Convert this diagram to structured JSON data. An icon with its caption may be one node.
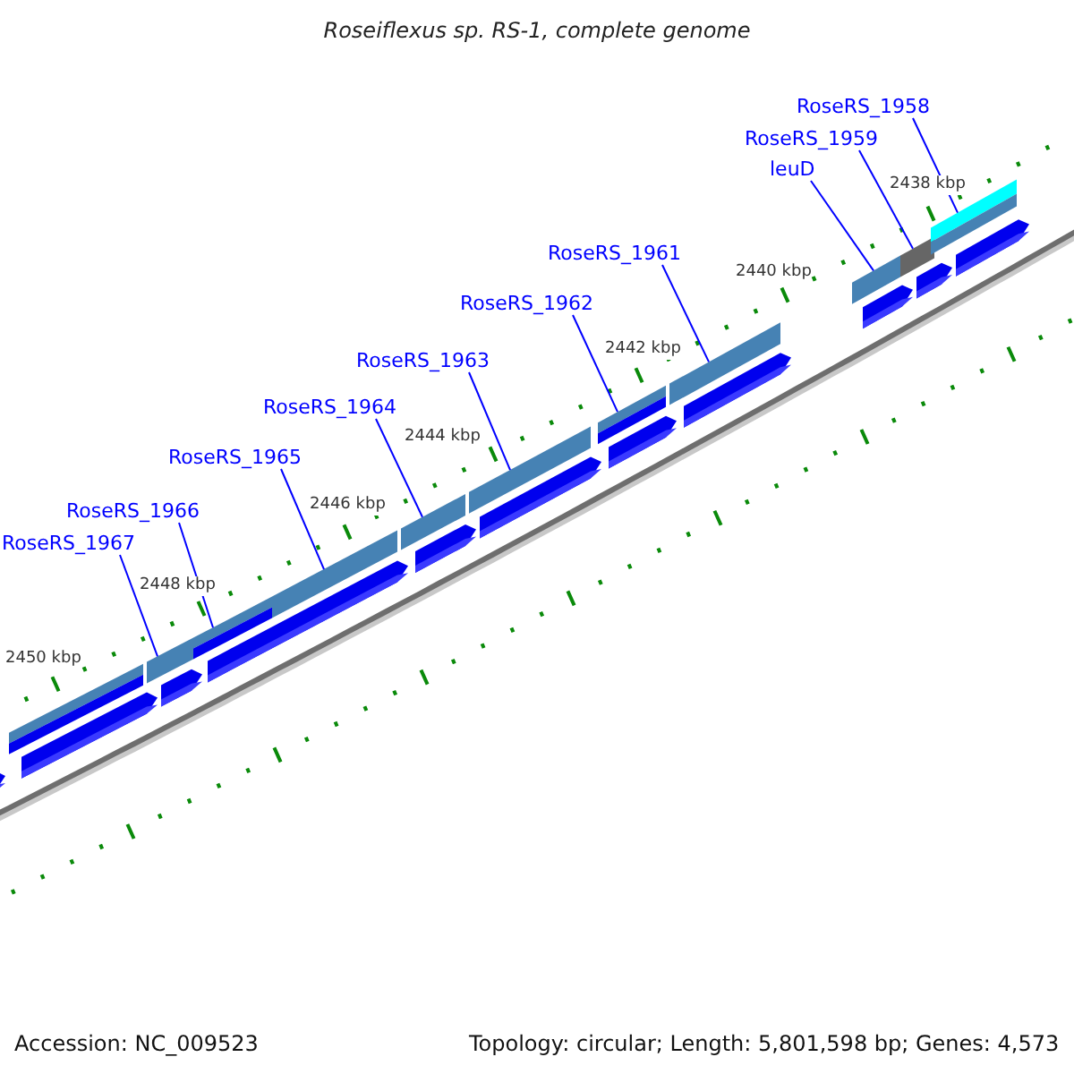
{
  "diagram": {
    "title": "Roseiflexus sp. RS-1, complete genome",
    "nodes": [
      {
        "text": [
          "RoseRS_1958"
        ]
      },
      {
        "text": [
          "RoseRS_1959"
        ]
      },
      {
        "text": [
          "leuD"
        ]
      },
      {
        "text": [
          "RoseRS_1961"
        ]
      },
      {
        "text": [
          "RoseRS_1962"
        ]
      },
      {
        "text": [
          "RoseRS_1963"
        ]
      },
      {
        "text": [
          "RoseRS_1964"
        ]
      },
      {
        "text": [
          "RoseRS_1965"
        ]
      },
      {
        "text": [
          "RoseRS_1966"
        ]
      },
      {
        "text": [
          "RoseRS_1967"
        ]
      },
      {
        "text": [],
        "shape": "bar"
      },
      {
        "text": [],
        "shape": "bar"
      },
      {
        "text": [],
        "shape": "bar"
      },
      {
        "text": [],
        "shape": "bar"
      },
      {
        "text": [],
        "shape": "bar"
      },
      {
        "text": [],
        "shape": "bar"
      },
      {
        "text": [],
        "shape": "bar"
      },
      {
        "text": [],
        "shape": "bar"
      },
      {
        "text": [],
        "shape": "bar"
      },
      {
        "text": [],
        "shape": "bar"
      },
      {
        "text": [],
        "shape": "bar"
      },
      {
        "text": [],
        "shape": "arrow"
      },
      {
        "text": [],
        "shape": "arrow"
      },
      {
        "text": [],
        "shape": "arrow"
      },
      {
        "text": [],
        "shape": "arrow"
      },
      {
        "text": [],
        "shape": "arrow"
      },
      {
        "text": [],
        "shape": "arrow"
      },
      {
        "text": [],
        "shape": "arrow"
      },
      {
        "text": [],
        "shape": "arrow"
      },
      {
        "text": [],
        "shape": "arrow"
      },
      {
        "text": [],
        "shape": "arrow"
      },
      {
        "text": [],
        "shape": "arrow"
      }
    ],
    "edges": [
      {
        "from": 0,
        "to": 20,
        "arrow": "none"
      },
      {
        "from": 1,
        "to": 19,
        "arrow": "none"
      },
      {
        "from": 2,
        "to": 18,
        "arrow": "none"
      },
      {
        "from": 3,
        "to": 17,
        "arrow": "none"
      },
      {
        "from": 4,
        "to": 16,
        "arrow": "none"
      },
      {
        "from": 5,
        "to": 15,
        "arrow": "none"
      },
      {
        "from": 6,
        "to": 14,
        "arrow": "none"
      },
      {
        "from": 7,
        "to": 13,
        "arrow": "none"
      },
      {
        "from": 8,
        "to": 12,
        "arrow": "none"
      },
      {
        "from": 9,
        "to": 11,
        "arrow": "none"
      }
    ],
    "labels": [
      "2438 kbp",
      "2440 kbp",
      "2442 kbp",
      "2444 kbp",
      "2446 kbp",
      "2448 kbp",
      "2450 kbp",
      "Accession: NC_009523",
      "Topology: circular; Length: 5,801,598 bp; Genes: 4,573"
    ]
  }
}
